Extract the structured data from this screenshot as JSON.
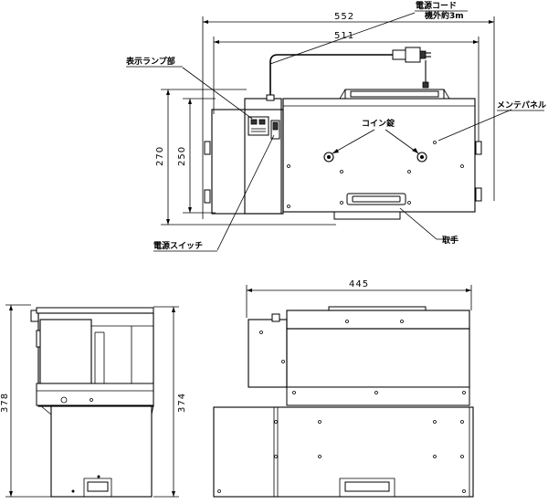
{
  "dimensions": {
    "top_overall_width": "552",
    "top_inner_width": "511",
    "top_overall_height": "270",
    "top_inner_height": "250",
    "side_overall_height": "378",
    "side_inner_height": "374",
    "front_width": "445"
  },
  "labels": {
    "power_cord": "電源コード",
    "power_cord_length": "機外約3m",
    "indicator_lamp": "表示ランプ部",
    "maintenance_panel": "メンテパネル",
    "coin_lock": "コイン錠",
    "handle": "取手",
    "power_switch": "電源スイッチ"
  }
}
